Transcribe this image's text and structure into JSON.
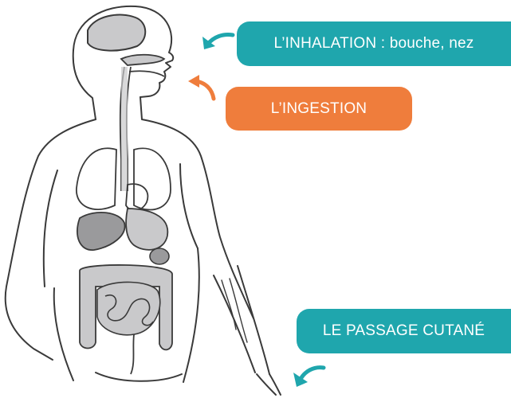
{
  "labels": {
    "inhalation": "L’INHALATION : bouche, nez",
    "ingestion": "L’INGESTION",
    "cutane": "LE PASSAGE CUTANÉ"
  },
  "colors": {
    "teal": "#1fa6ad",
    "orange": "#ef7d3c",
    "outline": "#3a3a3a",
    "organ_fill": "#c9c9cb",
    "liver_fill": "#9a9a9c"
  },
  "icons": {
    "inhalation_arrow": "curved-arrow-icon",
    "ingestion_arrow": "curved-arrow-icon",
    "cutane_arrow": "curved-arrow-icon"
  }
}
